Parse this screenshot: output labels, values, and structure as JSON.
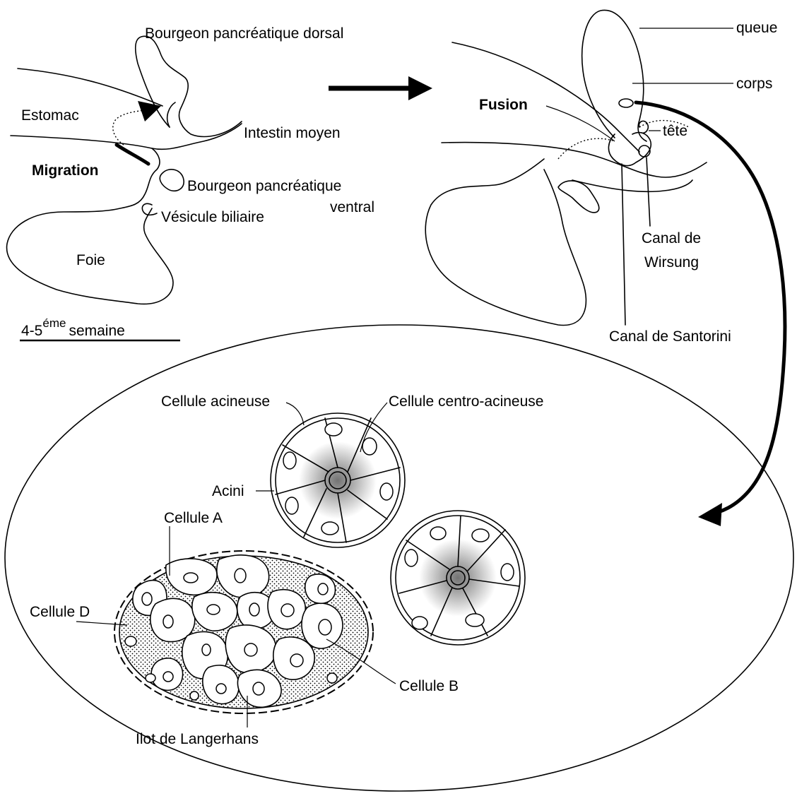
{
  "labels": {
    "bourgeon_dorsal": "Bourgeon pancréatique dorsal",
    "estomac": "Estomac",
    "intestin_moyen": "Intestin moyen",
    "migration": "Migration",
    "bourgeon_ventral_line1": "Bourgeon pancréatique",
    "bourgeon_ventral_line2": "ventral",
    "vesicule_biliaire": "Vésicule biliaire",
    "foie": "Foie",
    "semaine_number": "4-5",
    "semaine_sup": "éme",
    "semaine_word": "semaine",
    "fusion": "Fusion",
    "queue": "queue",
    "corps": "corps",
    "tete": "tête",
    "canal_wirsung_line1": "Canal de",
    "canal_wirsung_line2": "Wirsung",
    "canal_santorini": "Canal de Santorini",
    "cellule_acineuse": "Cellule acineuse",
    "cellule_centro_acineuse": "Cellule centro-acineuse",
    "acini": "Acini",
    "cellule_a": "Cellule A",
    "cellule_d": "Cellule D",
    "cellule_b": "Cellule B",
    "ilot_langerhans": "Ilot de Langerhans"
  }
}
